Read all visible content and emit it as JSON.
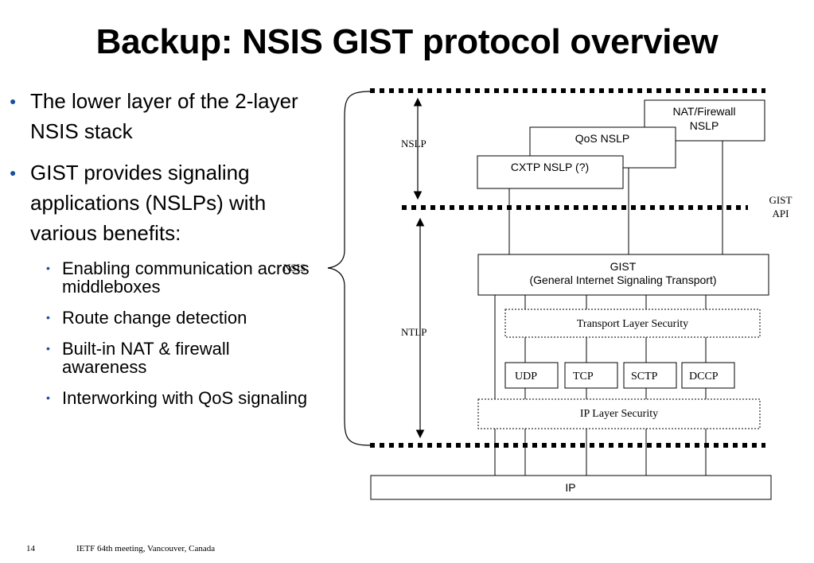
{
  "title": "Backup: NSIS GIST protocol overview",
  "bullets": [
    {
      "text": "The lower layer of the 2-layer NSIS stack"
    },
    {
      "text": "GIST provides signaling applications (NSLPs) with various benefits:",
      "sub": [
        {
          "text": "Enabling communication across middleboxes"
        },
        {
          "text": "Route change detection"
        },
        {
          "text": "Built-in NAT & firewall awareness"
        },
        {
          "text": "Interworking with QoS signaling"
        }
      ]
    }
  ],
  "diagram": {
    "labels": {
      "nsis": "NSIS",
      "nslp": "NSLP",
      "ntlp": "NTLP",
      "gist_api_1": "GIST",
      "gist_api_2": "API"
    },
    "boxes": {
      "nat_fw_1": "NAT/Firewall",
      "nat_fw_2": "NSLP",
      "qos": "QoS NSLP",
      "cxtp": "CXTP NSLP (?)",
      "gist_1": "GIST",
      "gist_2": "(General Internet Signaling Transport)",
      "tls": "Transport Layer Security",
      "udp": "UDP",
      "tcp": "TCP",
      "sctp": "SCTP",
      "dccp": "DCCP",
      "ipsec": "IP Layer Security",
      "ip": "IP"
    }
  },
  "footer": {
    "page_number": "14",
    "meeting": "IETF 64th meeting, Vancouver, Canada"
  }
}
